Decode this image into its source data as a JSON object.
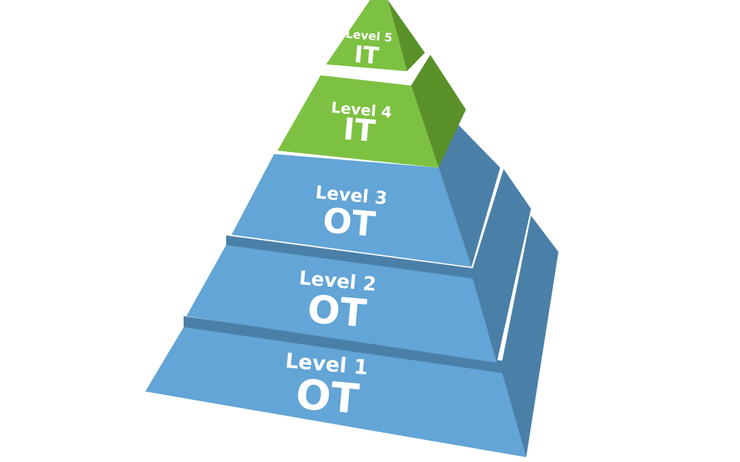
{
  "levels": [
    {
      "level_label": "Level 5",
      "tier": "IT",
      "color_front": "#7dc142",
      "color_side": "#5a9129"
    },
    {
      "level_label": "Level 4",
      "tier": "IT",
      "color_front": "#7dc142",
      "color_side": "#5a9129"
    },
    {
      "level_label": "Level 3",
      "tier": "OT",
      "color_front": "#63a5d6",
      "color_side": "#4a80a8"
    },
    {
      "level_label": "Level 2",
      "tier": "OT",
      "color_front": "#63a5d6",
      "color_side": "#4a80a8"
    },
    {
      "level_label": "Level 1",
      "tier": "OT",
      "color_front": "#63a5d6",
      "color_side": "#4a80a8"
    }
  ]
}
